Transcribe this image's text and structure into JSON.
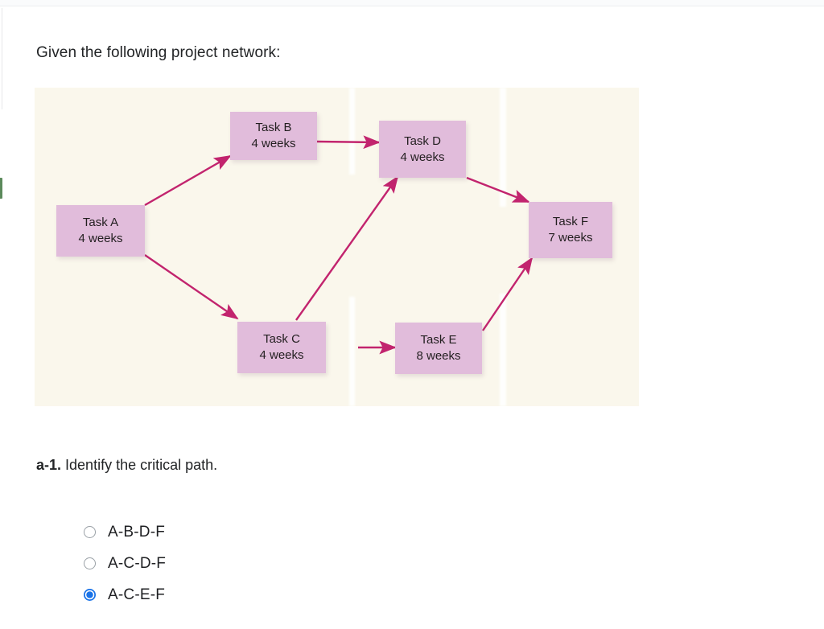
{
  "page": {
    "prompt": "Given the following project network:"
  },
  "diagram": {
    "background_color": "#faf7ec",
    "node_fill": "#e1bcdb",
    "arrow_color": "#c2246e",
    "nodes": [
      {
        "id": "A",
        "name": "Task A",
        "duration": "4 weeks"
      },
      {
        "id": "B",
        "name": "Task B",
        "duration": "4 weeks"
      },
      {
        "id": "C",
        "name": "Task C",
        "duration": "4 weeks"
      },
      {
        "id": "D",
        "name": "Task D",
        "duration": "4 weeks"
      },
      {
        "id": "E",
        "name": "Task E",
        "duration": "8 weeks"
      },
      {
        "id": "F",
        "name": "Task F",
        "duration": "7 weeks"
      }
    ],
    "edges": [
      {
        "from": "A",
        "to": "B"
      },
      {
        "from": "A",
        "to": "C"
      },
      {
        "from": "B",
        "to": "D"
      },
      {
        "from": "C",
        "to": "D"
      },
      {
        "from": "C",
        "to": "E"
      },
      {
        "from": "D",
        "to": "F"
      },
      {
        "from": "E",
        "to": "F"
      }
    ]
  },
  "question": {
    "label": "a-1.",
    "text": " Identify the critical path.",
    "options": [
      {
        "label": "A-B-D-F",
        "selected": false
      },
      {
        "label": "A-C-D-F",
        "selected": false
      },
      {
        "label": "A-C-E-F",
        "selected": true
      }
    ],
    "selected_value": "A-C-E-F",
    "accent_color": "#1a73e8"
  }
}
